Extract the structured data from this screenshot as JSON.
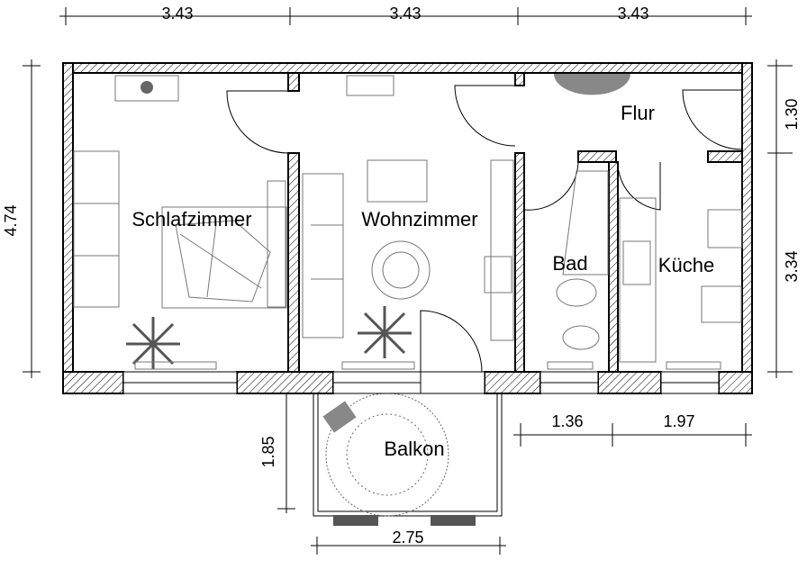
{
  "rooms": {
    "schlafzimmer": "Schlafzimmer",
    "wohnzimmer": "Wohnzimmer",
    "flur": "Flur",
    "bad": "Bad",
    "kueche": "Küche",
    "balkon": "Balkon"
  },
  "dimensions": {
    "top": [
      "3.43",
      "3.43",
      "3.43"
    ],
    "left": "4.74",
    "right_flur": "1.30",
    "right_rooms": "3.34",
    "bottom_bad": "1.36",
    "bottom_kueche": "1.97",
    "balkon_depth": "1.85",
    "balkon_width": "2.75"
  },
  "colors": {
    "walls": "#000000",
    "furniture": "#777777"
  }
}
